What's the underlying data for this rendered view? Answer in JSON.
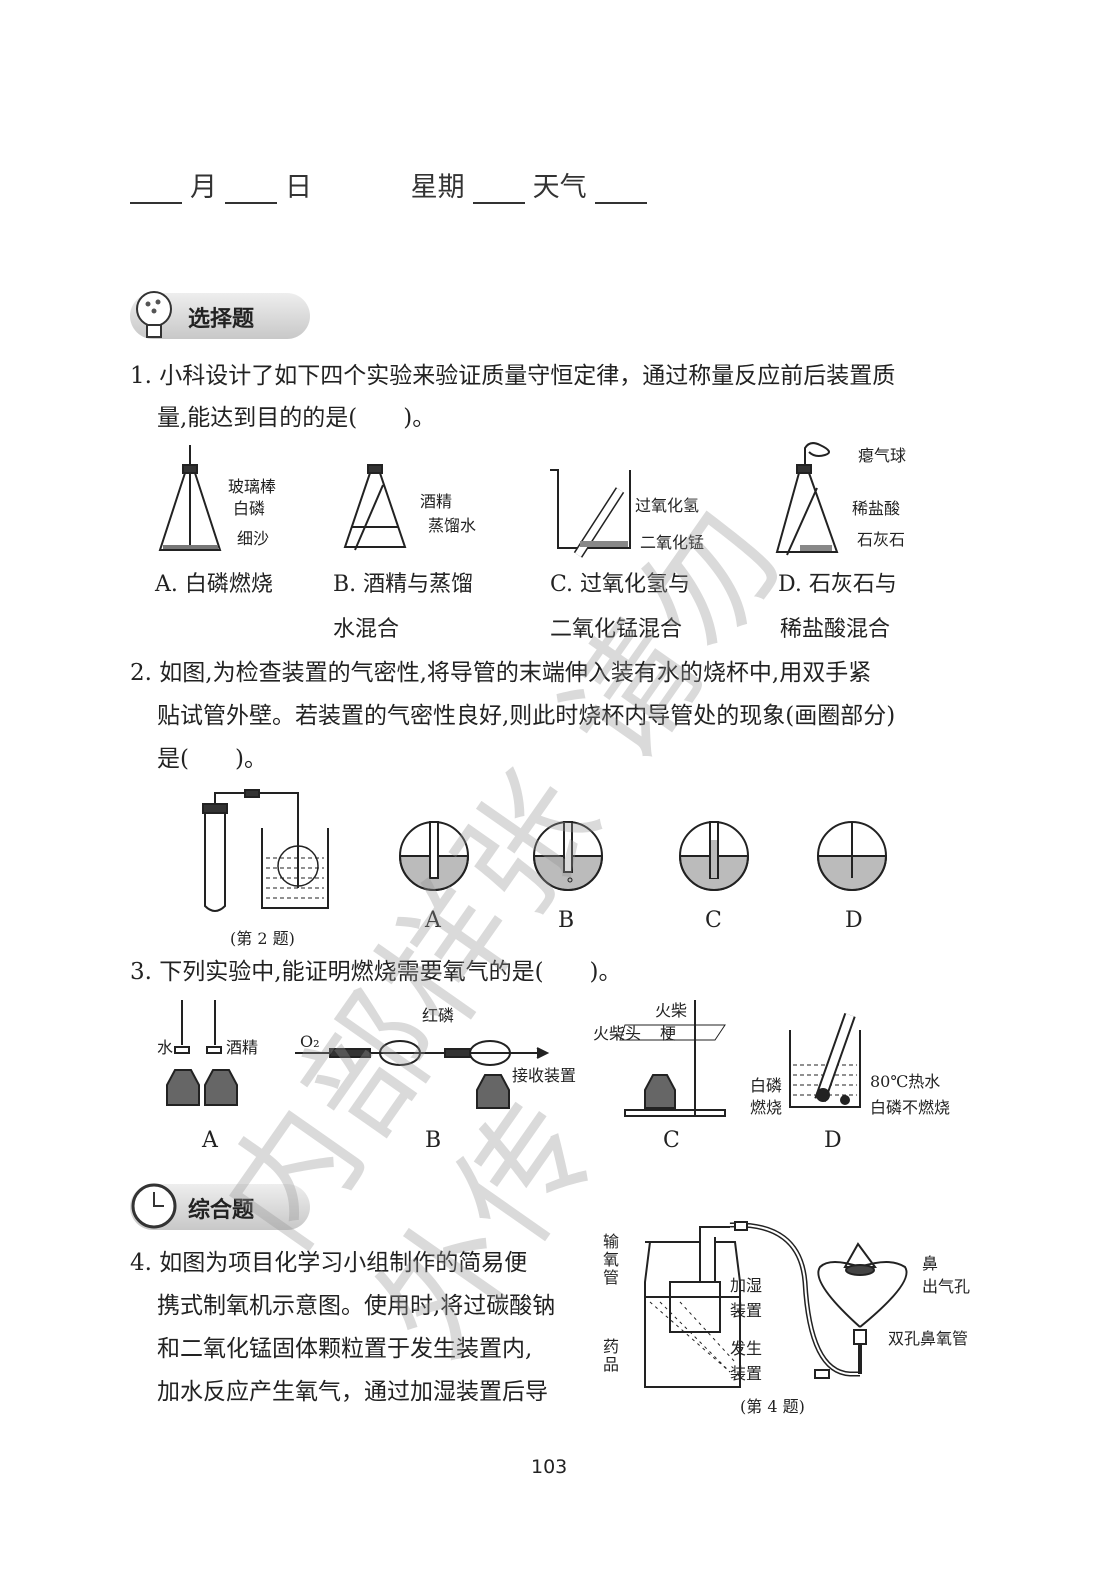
{
  "header": {
    "month": "月",
    "day": "日",
    "weekday": "星期",
    "weather": "天气"
  },
  "sections": {
    "choice": "选择题",
    "comprehensive": "综合题"
  },
  "q1": {
    "line1": "1. 小科设计了如下四个实验来验证质量守恒定律，通过称量反应前后装置质",
    "line2": "量,能达到目的的是(　　)。",
    "figA": {
      "labels": [
        "玻璃棒",
        "白磷",
        "细沙"
      ],
      "option1": "A. 白磷燃烧",
      "option2": ""
    },
    "figB": {
      "labels": [
        "酒精",
        "蒸馏水"
      ],
      "option1": "B. 酒精与蒸馏",
      "option2": "水混合"
    },
    "figC": {
      "labels": [
        "过氧化氢",
        "二氧化锰"
      ],
      "option1": "C. 过氧化氢与",
      "option2": "二氧化锰混合"
    },
    "figD": {
      "labels": [
        "瘪气球",
        "稀盐酸",
        "石灰石"
      ],
      "option1": "D. 石灰石与",
      "option2": "稀盐酸混合"
    }
  },
  "q2": {
    "line1": "2. 如图,为检查装置的气密性,将导管的末端伸入装有水的烧杯中,用双手紧",
    "line2": "贴试管外壁。若装置的气密性良好,则此时烧杯内导管处的现象(画圈部分)",
    "line3": "是(　　)。",
    "caption": "(第 2 题)",
    "options": [
      "A",
      "B",
      "C",
      "D"
    ]
  },
  "q3": {
    "line1": "3. 下列实验中,能证明燃烧需要氧气的是(　　)。",
    "labels": {
      "water": "水",
      "alcohol": "酒精",
      "o2": "O₂",
      "red_p": "红磷",
      "receiver": "接收装置",
      "match_head": "火柴头",
      "match_stick1": "火柴",
      "match_stick2": "梗",
      "white_p_burn1": "白磷",
      "white_p_burn2": "燃烧",
      "hot_water": "80℃热水",
      "white_p_no": "白磷不燃烧"
    },
    "options": [
      "A",
      "B",
      "C",
      "D"
    ]
  },
  "q4": {
    "lines": [
      "4. 如图为项目化学习小组制作的简易便",
      "携式制氧机示意图。使用时,将过碳酸钠",
      "和二氧化锰固体颗粒置于发生装置内,",
      "加水反应产生氧气，通过加湿装置后导"
    ],
    "labels": {
      "tube": "输氧管",
      "humid1": "加湿",
      "humid2": "装置",
      "drug": "药品",
      "gen1": "发生",
      "gen2": "装置",
      "nose": "鼻",
      "outlet": "出气孔",
      "cannula": "双孔鼻氧管"
    },
    "caption": "(第 4 题)"
  },
  "page_number": "103",
  "watermark": "内部样张 请勿外传"
}
